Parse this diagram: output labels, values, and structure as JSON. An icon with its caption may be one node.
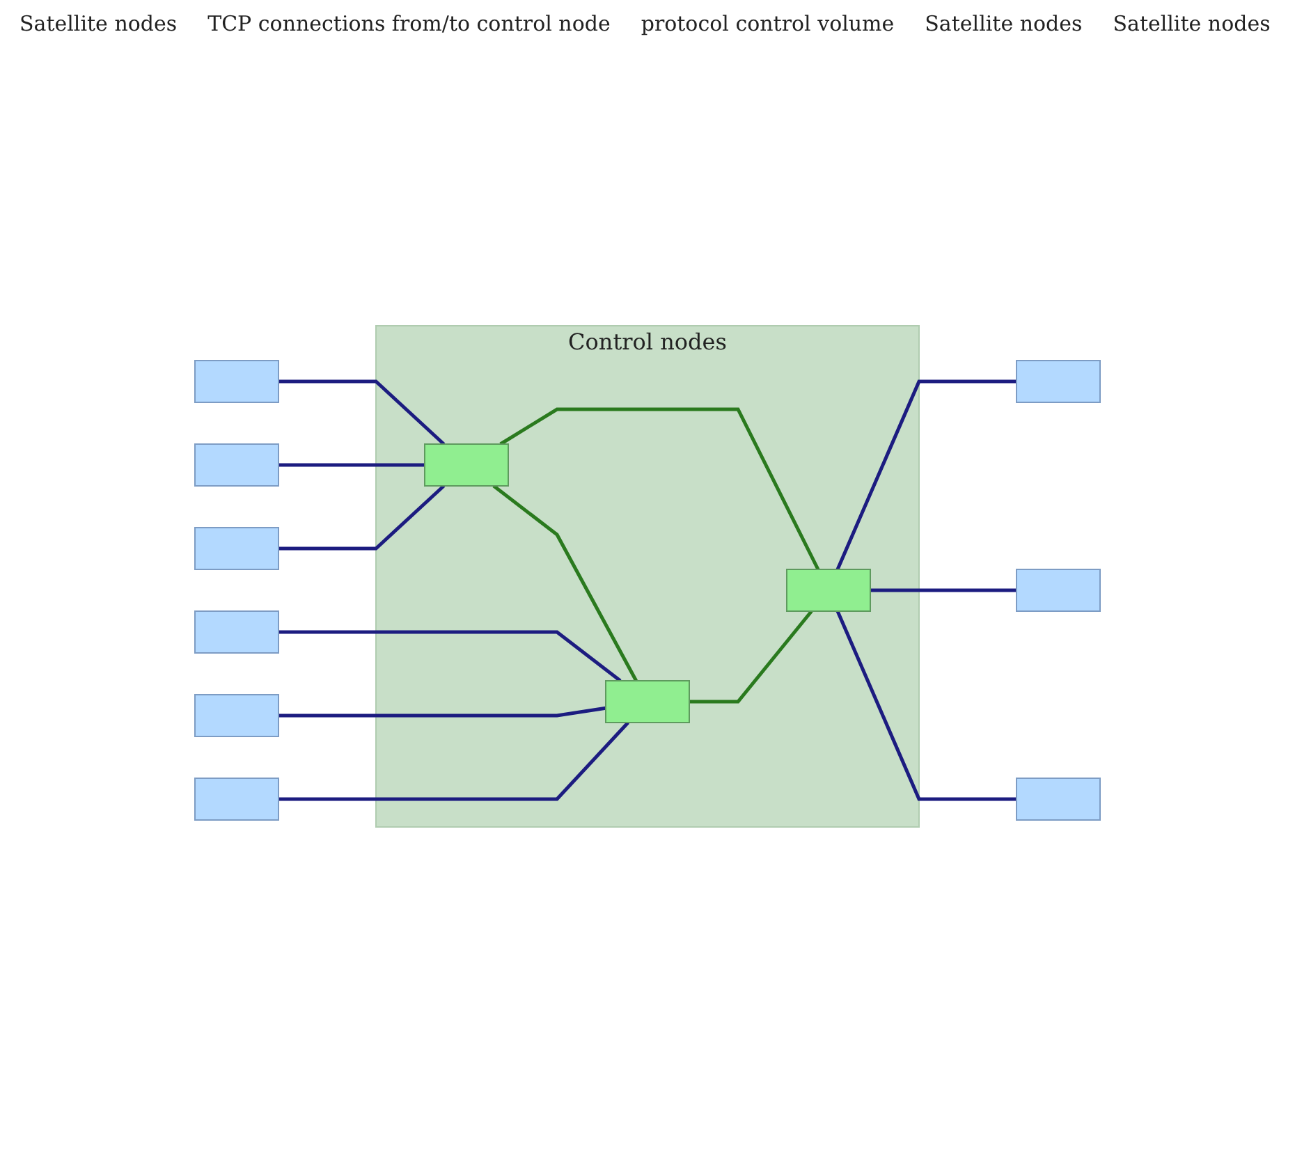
{
  "diagram": {
    "nodes": [
      {
        "text": [],
        "shape": "box"
      },
      {
        "text": [],
        "shape": "box"
      },
      {
        "text": [],
        "shape": "box"
      },
      {
        "text": [
          "Control nodes"
        ]
      },
      {
        "text": [],
        "shape": "box",
        "in": 3
      },
      {
        "text": [],
        "shape": "box",
        "in": 3
      },
      {
        "text": [],
        "shape": "box",
        "in": 3
      },
      {
        "text": [],
        "shape": "box"
      },
      {
        "text": [],
        "shape": "box"
      },
      {
        "text": [],
        "shape": "box"
      },
      {
        "text": [],
        "shape": "box"
      },
      {
        "text": [],
        "shape": "box"
      },
      {
        "text": [],
        "shape": "box"
      }
    ],
    "edges": [
      {
        "from": 0,
        "to": 4,
        "arrow": "none"
      },
      {
        "from": 1,
        "to": 4,
        "arrow": "none"
      },
      {
        "from": 2,
        "to": 4,
        "arrow": "none"
      },
      {
        "from": 4,
        "to": 5,
        "arrow": "none",
        "color": "#2a7a1e"
      },
      {
        "from": 4,
        "to": 6,
        "arrow": "none",
        "color": "#2a7a1e"
      },
      {
        "from": 5,
        "to": 6,
        "arrow": "none",
        "color": "#2a7a1e"
      },
      {
        "from": 7,
        "to": 5,
        "arrow": "none"
      },
      {
        "from": 8,
        "to": 5,
        "arrow": "none"
      },
      {
        "from": 9,
        "to": 5,
        "arrow": "none"
      },
      {
        "from": 6,
        "to": 10,
        "arrow": "none"
      },
      {
        "from": 6,
        "to": 11,
        "arrow": "none"
      },
      {
        "from": 6,
        "to": 12,
        "arrow": "none"
      }
    ],
    "labels": [
      "Satellite nodes",
      "TCP connections from/to control node",
      "protocol control volume",
      "Satellite nodes",
      "Satellite nodes"
    ]
  }
}
